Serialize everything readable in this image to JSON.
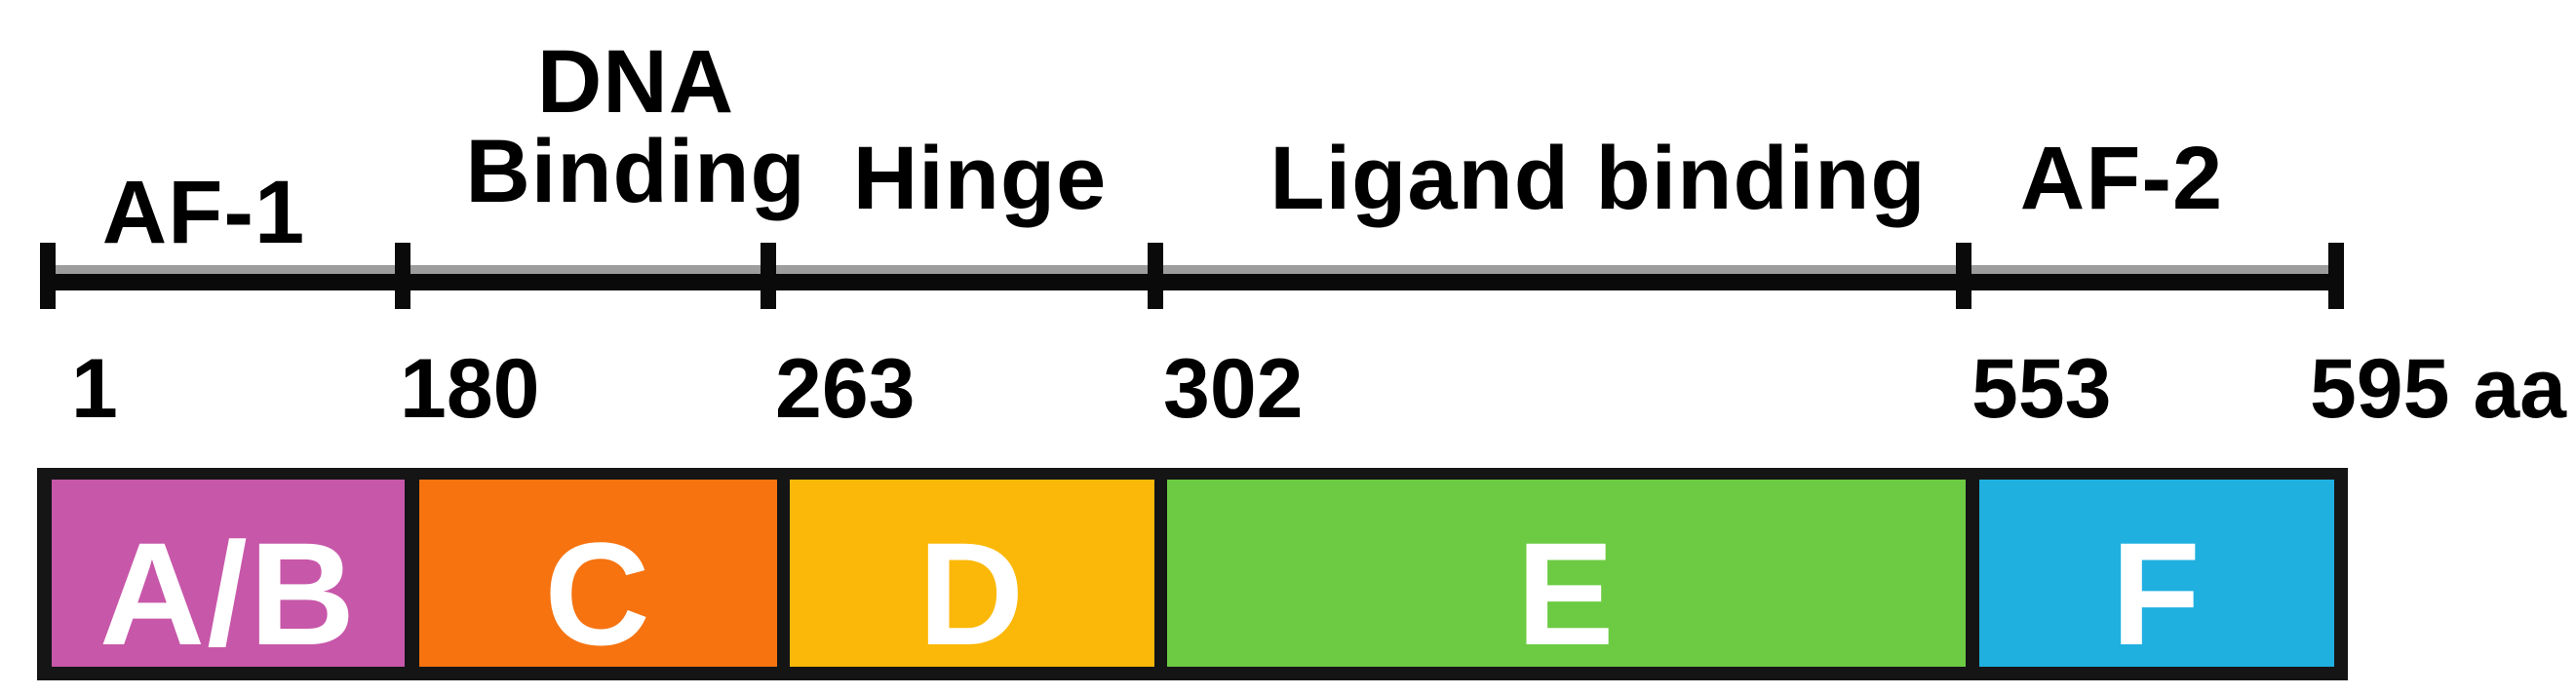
{
  "diagram": {
    "kind": "protein-domain-schematic",
    "regions": [
      {
        "label": "AF-1"
      },
      {
        "label": "DNA Binding"
      },
      {
        "label": "Hinge"
      },
      {
        "label": "Ligand binding"
      },
      {
        "label": "AF-2"
      }
    ],
    "scale": {
      "unit": "aa",
      "ticks": [
        {
          "label": "1"
        },
        {
          "label": "180"
        },
        {
          "label": "263"
        },
        {
          "label": "302"
        },
        {
          "label": "553"
        },
        {
          "label": "595 aa"
        }
      ]
    },
    "domains": [
      {
        "label": "A/B",
        "color": "#C757A9"
      },
      {
        "label": "C",
        "color": "#F67310"
      },
      {
        "label": "D",
        "color": "#FBB808"
      },
      {
        "label": "E",
        "color": "#6CCB42"
      },
      {
        "label": "F",
        "color": "#1FB0E0"
      }
    ],
    "colors": {
      "line": "#0a0a0a",
      "box_border": "#151515",
      "label_text": "#000000",
      "domain_letter": "#ffffff"
    }
  }
}
